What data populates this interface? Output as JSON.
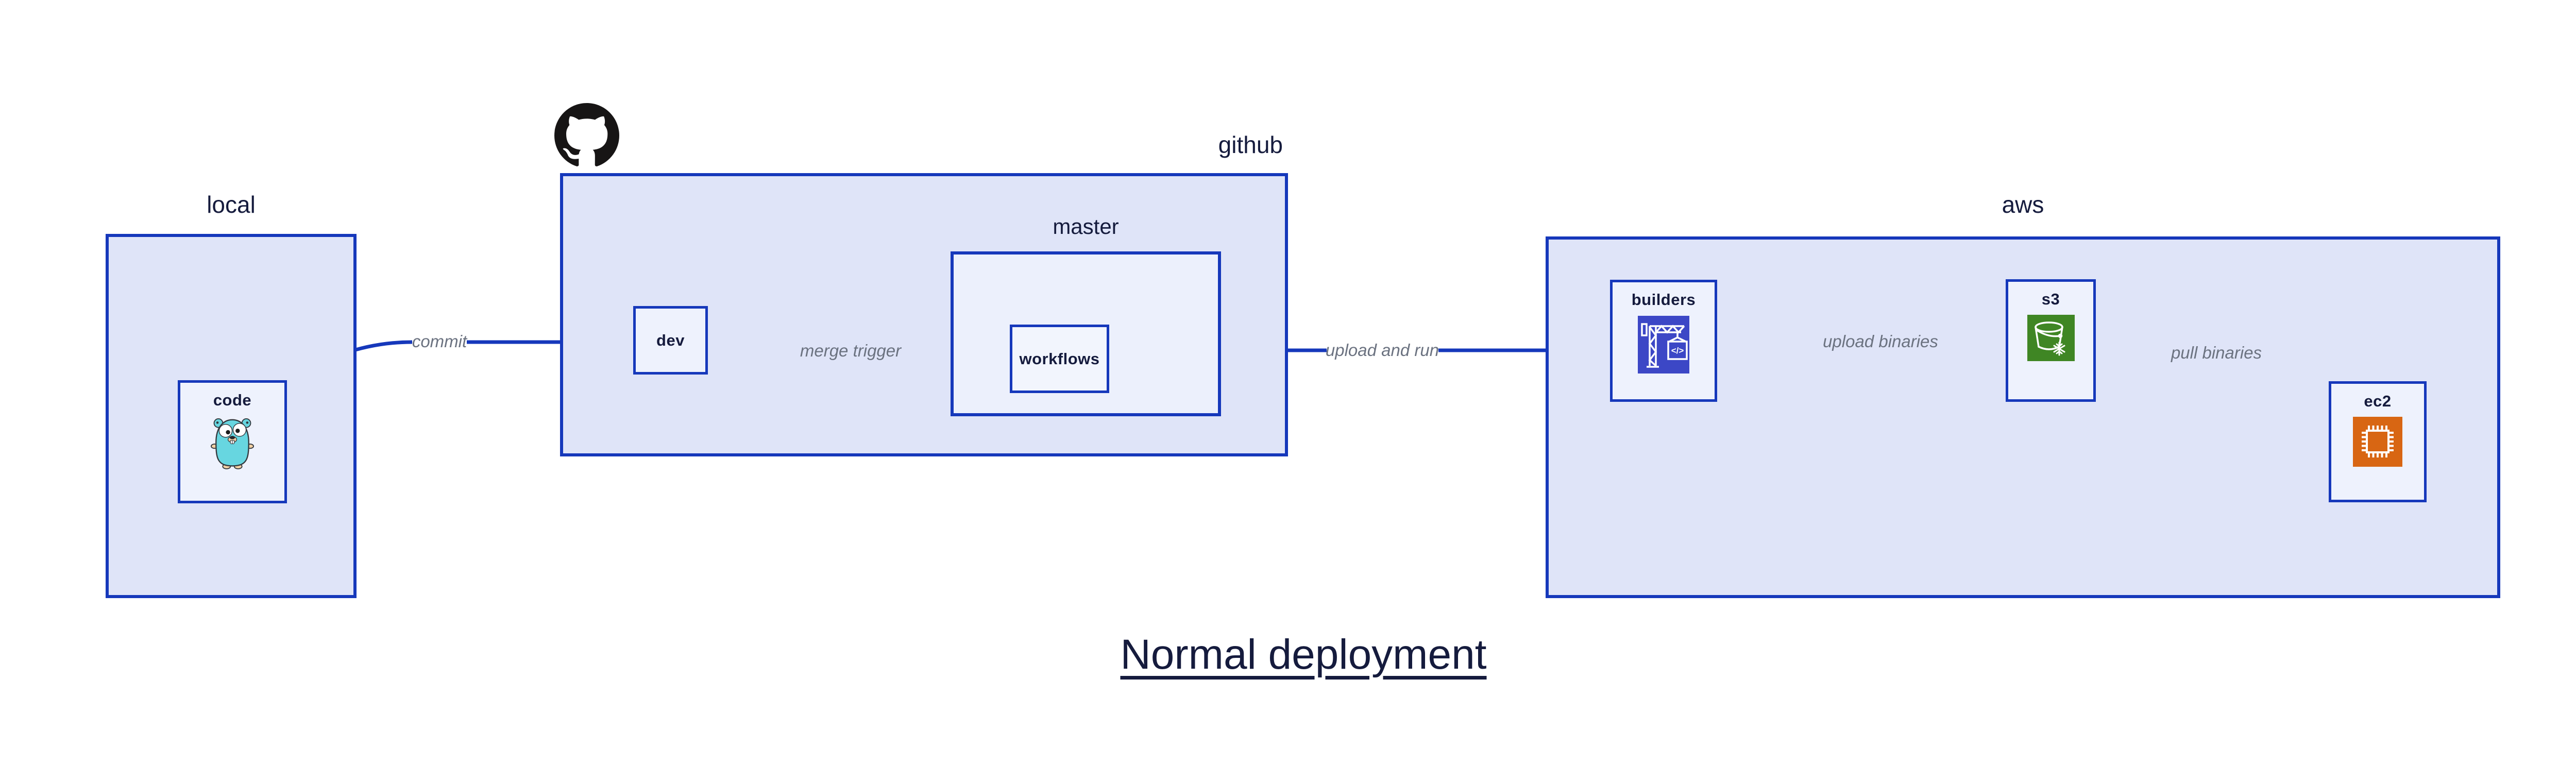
{
  "title": {
    "text": "Normal deployment"
  },
  "regions": {
    "local": {
      "label": "local"
    },
    "github": {
      "label": "github"
    },
    "master": {
      "label": "master"
    },
    "aws": {
      "label": "aws"
    }
  },
  "nodes": {
    "code": {
      "label": "code",
      "icon": "go-gopher-icon"
    },
    "dev": {
      "label": "dev"
    },
    "workflows": {
      "label": "workflows"
    },
    "builders": {
      "label": "builders",
      "icon": "codebuild-crane-icon",
      "icon_glyph": "</>"
    },
    "s3": {
      "label": "s3",
      "icon": "s3-glacier-bucket-icon"
    },
    "ec2": {
      "label": "ec2",
      "icon": "ec2-chip-icon"
    }
  },
  "edges": [
    {
      "from": "code",
      "to": "dev",
      "label": "commit"
    },
    {
      "from": "dev",
      "to": "workflows",
      "label": "merge trigger"
    },
    {
      "from": "workflows",
      "to": "builders",
      "label": "upload and run"
    },
    {
      "from": "builders",
      "to": "s3",
      "label": "upload binaries"
    },
    {
      "from": "s3",
      "to": "ec2",
      "label": "pull binaries"
    }
  ],
  "icons": [
    "github-octocat-icon",
    "go-gopher-icon",
    "codebuild-crane-icon",
    "s3-glacier-bucket-icon",
    "ec2-chip-icon"
  ],
  "colors": {
    "accent_blue": "#1638bb",
    "region_fill": "#dfe4f8",
    "node_fill": "#eef2fd",
    "text_navy": "#151b3d",
    "edge_label_gray": "#6b7280",
    "octocat_black": "#171515",
    "gopher_teal": "#67d6e0",
    "codebuild_indigo": "#3c47c6",
    "glacier_green": "#3f8624",
    "ec2_orange": "#d86613"
  }
}
